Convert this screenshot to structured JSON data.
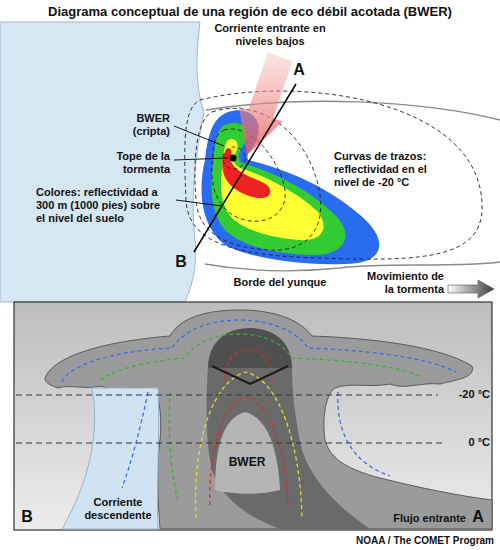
{
  "diagram": {
    "title": "Diagrama conceptual de una región de eco débil acotada (BWER)",
    "labels": [
      "Corriente entrante en niveles bajos",
      "A",
      "BWER (cripta)",
      "Tope de la tormenta",
      "Colores: reflectividad a 300 m (1000 pies) sobre el nivel del suelo",
      "Curvas de trazos: reflectividad en el nivel de -20 °C",
      "B",
      "Borde del yunque",
      "Movimiento de la tormenta",
      "-20 °C",
      "0 °C",
      "BWER",
      "Corriente descendente",
      "Flujo entrante",
      "B",
      "A",
      "NOAA / The COMET Program"
    ]
  }
}
